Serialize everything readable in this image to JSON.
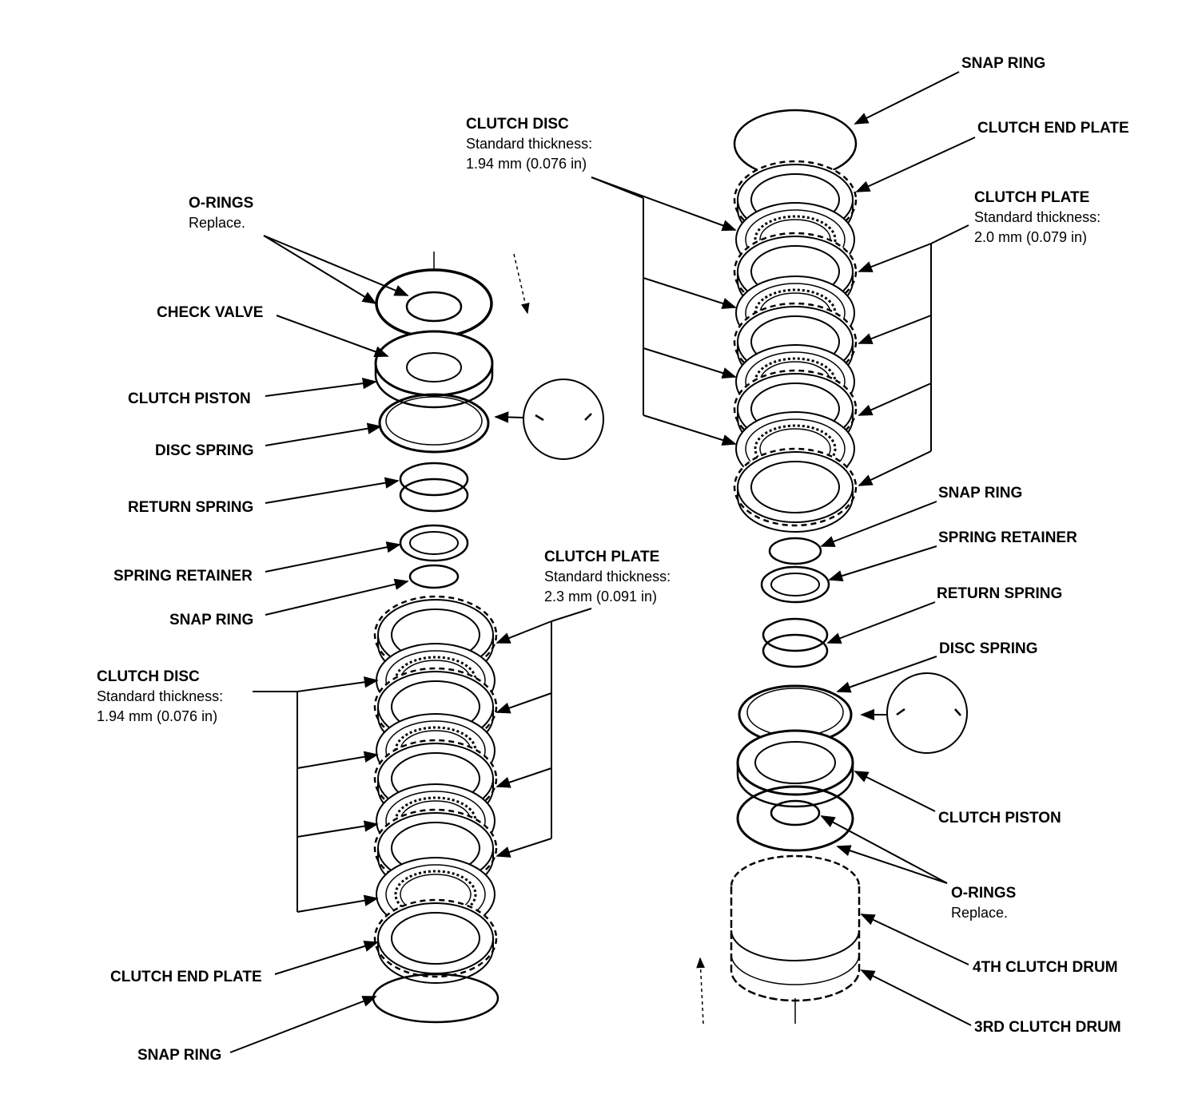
{
  "left": {
    "o_rings": {
      "title": "O-RINGS",
      "note": "Replace."
    },
    "check_valve": "CHECK VALVE",
    "clutch_piston": "CLUTCH PISTON",
    "disc_spring": "DISC SPRING",
    "return_spring": "RETURN SPRING",
    "spring_retainer": "SPRING RETAINER",
    "snap_ring_upper": "SNAP RING",
    "clutch_plate": {
      "title": "CLUTCH PLATE",
      "line1": "Standard thickness:",
      "line2": "2.3 mm (0.091 in)"
    },
    "clutch_disc": {
      "title": "CLUTCH DISC",
      "line1": "Standard thickness:",
      "line2": "1.94 mm (0.076 in)"
    },
    "clutch_end_plate": "CLUTCH END PLATE",
    "snap_ring_lower": "SNAP RING"
  },
  "right": {
    "snap_ring_top": "SNAP RING",
    "clutch_disc": {
      "title": "CLUTCH DISC",
      "line1": "Standard thickness:",
      "line2": "1.94 mm (0.076 in)"
    },
    "clutch_end_plate": "CLUTCH END PLATE",
    "clutch_plate": {
      "title": "CLUTCH PLATE",
      "line1": "Standard thickness:",
      "line2": "2.0 mm (0.079 in)"
    },
    "snap_ring_mid": "SNAP RING",
    "spring_retainer": "SPRING RETAINER",
    "return_spring": "RETURN SPRING",
    "disc_spring": "DISC SPRING",
    "clutch_piston": "CLUTCH PISTON",
    "o_rings": {
      "title": "O-RINGS",
      "note": "Replace."
    },
    "fourth_clutch_drum": "4TH CLUTCH DRUM",
    "third_clutch_drum": "3RD CLUTCH DRUM"
  }
}
